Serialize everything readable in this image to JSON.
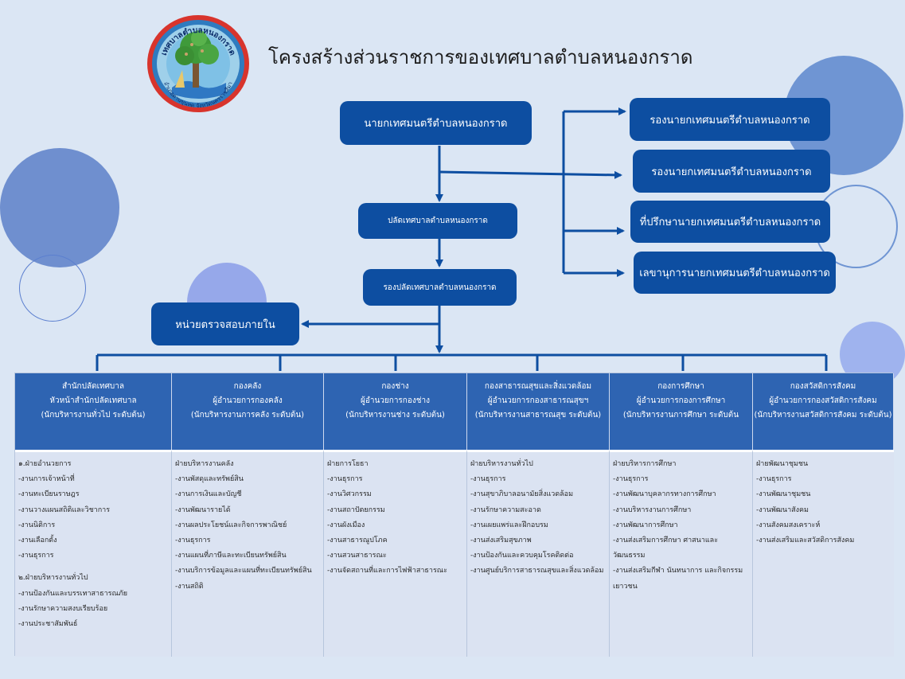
{
  "title": "โครงสร้างส่วนราชการของเทศบาลตำบลหนองกราด",
  "logo": {
    "text_top": "เทศบาลตำบลหนองกราด",
    "text_bottom": "อำเภอด่านขุนทด จังหวัดนครราชสีมา"
  },
  "colors": {
    "box": "#0d4ea1",
    "header": "#2e64b2",
    "cell": "#dbe3f2",
    "background": "#dbe6f4"
  },
  "mayor": "นายกเทศมนตรีตำบลหนองกราด",
  "deputies": [
    "รองนายกเทศมนตรีตำบลหนองกราด",
    "รองนายกเทศมนตรีตำบลหนองกราด",
    "ที่ปรึกษานายกเทศมนตรีตำบลหนองกราด",
    "เลขานุการนายกเทศมนตรีตำบลหนองกราด"
  ],
  "clerk": "ปลัดเทศบาลตำบลหนองกราด",
  "deputy_clerk": "รองปลัดเทศบาลตำบลหนองกราด",
  "audit": "หน่วยตรวจสอบภายใน",
  "departments": [
    {
      "name": "สำนักปลัดเทศบาล",
      "head": "หัวหน้าสำนักปลัดเทศบาล",
      "level": "(นักบริหารงานทั่วไป ระดับต้น)",
      "items": [
        "๑.ฝ่ายอำนวยการ",
        "-งานการเจ้าหน้าที่",
        "-งานทะเบียนราษฎร",
        "-งานวางแผนสถิติและวิชาการ",
        "-งานนิติการ",
        "-งานเลือกตั้ง",
        "-งานธุรการ",
        "",
        "๒.ฝ่ายบริหารงานทั่วไป",
        "-งานป้องกันและบรรเทาสาธารณภัย",
        "-งานรักษาความสงบเรียบร้อย",
        "-งานประชาสัมพันธ์"
      ]
    },
    {
      "name": "กองคลัง",
      "head": "ผู้อำนวยการกองคลัง",
      "level": "(นักบริหารงานการคลัง ระดับต้น)",
      "items": [
        "ฝ่ายบริหารงานคลัง",
        "-งานพัสดุและทรัพย์สิน",
        "-งานการเงินและบัญชี",
        "-งานพัฒนารายได้",
        "-งานผลประโยชน์และกิจการพาณิชย์",
        "-งานธุรการ",
        "-งานแผนที่ภาษีและทะเบียนทรัพย์สิน",
        "-งานบริการข้อมูลและแผนที่ทะเบียนทรัพย์สิน",
        "-งานสถิติ"
      ]
    },
    {
      "name": "กองช่าง",
      "head": "ผู้อำนวยการกองช่าง",
      "level": "(นักบริหารงานช่าง ระดับต้น)",
      "items": [
        "ฝ่ายการโยธา",
        "-งานธุรการ",
        "-งานวิศวกรรม",
        "-งานสถาปัตยกรรม",
        "-งานผังเมือง",
        "-งานสาธารณูปโภค",
        "-งานสวนสาธารณะ",
        "-งานจัดสถานที่และการไฟฟ้าสาธารณะ"
      ]
    },
    {
      "name": "กองสาธารณสุขและสิ่งแวดล้อม",
      "head": "ผู้อำนวยการกองสาธารณสุขฯ",
      "level": "(นักบริหารงานสาธารณสุข ระดับต้น)",
      "items": [
        "ฝ่ายบริหารงานทั่วไป",
        "-งานธุรการ",
        "-งานสุขาภิบาลอนามัยสิ่งแวดล้อม",
        "-งานรักษาความสะอาด",
        "-งานเผยแพร่และฝึกอบรม",
        "-งานส่งเสริมสุขภาพ",
        "-งานป้องกันและควบคุมโรคติดต่อ",
        "-งานศูนย์บริการสาธารณสุขและสิ่งแวดล้อม"
      ]
    },
    {
      "name": "กองการศึกษา",
      "head": "ผู้อำนวยการกองการศึกษา",
      "level": "(นักบริหารงานการศึกษา ระดับต้น",
      "items": [
        "ฝ่ายบริหารการศึกษา",
        "-งานธุรการ",
        "-งานพัฒนาบุคลากรทางการศึกษา",
        "-งานบริหารงานการศึกษา",
        "-งานพัฒนาการศึกษา",
        "-งานส่งเสริมการศึกษา ศาสนาและวัฒนธรรม",
        "-งานส่งเสริมกีฬา นันทนาการ และกิจกรรมเยาวชน"
      ]
    },
    {
      "name": "กองสวัสดิการสังคม",
      "head": "ผู้อำนวยการกองสวัสดิการสังคม",
      "level": "(นักบริหารงานสวัสดิการสังคม ระดับต้น)",
      "items": [
        "ฝ่ายพัฒนาชุมชน",
        "-งานธุรการ",
        "-งานพัฒนาชุมชน",
        "-งานพัฒนาสังคม",
        "-งานสังคมสงเคราะห์",
        "-งานส่งเสริมและสวัสดิการสังคม"
      ]
    }
  ]
}
